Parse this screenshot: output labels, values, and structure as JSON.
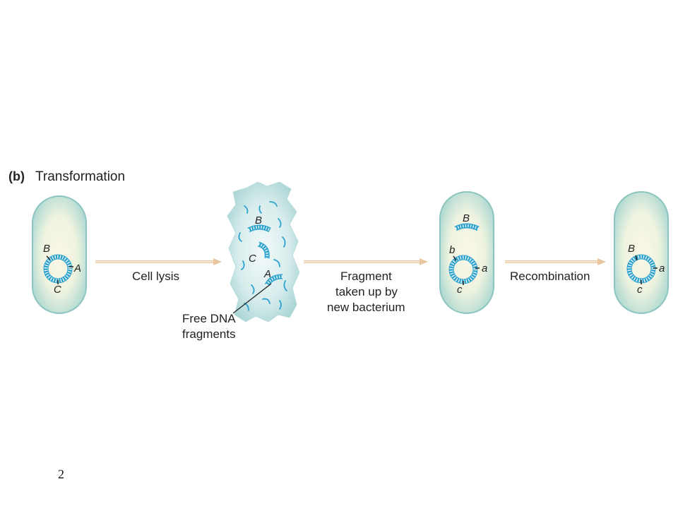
{
  "panel": {
    "letter": "(b)",
    "title": "Transformation"
  },
  "steps": {
    "lysis": "Cell lysis",
    "uptake": [
      "Fragment",
      "taken up by",
      "new bacterium"
    ],
    "recombination": "Recombination"
  },
  "free_dna_label": [
    "Free DNA",
    "fragments"
  ],
  "cells": {
    "donor": {
      "top": "B",
      "right": "A",
      "bottom": "C"
    },
    "fragments": {
      "b1": "B",
      "c1": "C",
      "a1": "A"
    },
    "recipient": {
      "free": "B",
      "top": "b",
      "right": "a",
      "bottom": "c"
    },
    "recombinant": {
      "top": "B",
      "right": "a",
      "bottom": "c"
    }
  },
  "page_number": "2",
  "colors": {
    "dna": "#2fa3cf",
    "cell_edge": "#7fbfb9",
    "arrow": "#e9c9a4"
  }
}
